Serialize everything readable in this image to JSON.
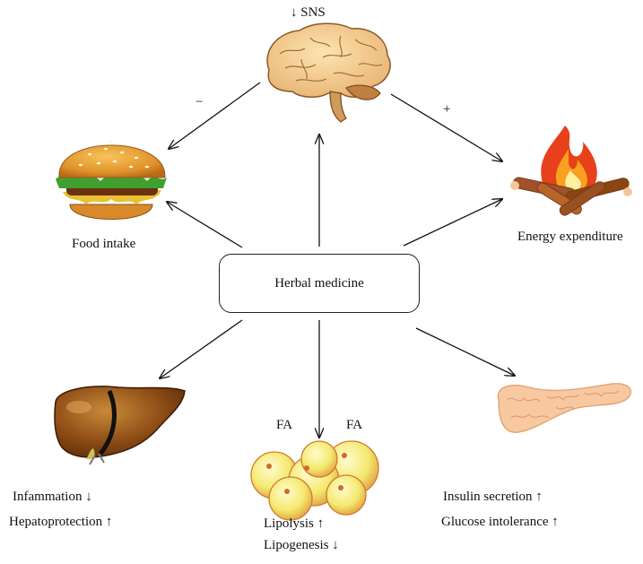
{
  "center": {
    "label": "Herbal medicine"
  },
  "brain": {
    "label": "↓ SNS",
    "icon": "brain-icon"
  },
  "food": {
    "label": "Food intake",
    "icon": "burger-icon",
    "sign": "−"
  },
  "energy": {
    "label": "Energy expenditure",
    "icon": "campfire-icon",
    "sign": "+"
  },
  "liver": {
    "icon": "liver-icon",
    "effects": [
      "Infammation ↓",
      "Hepatoprotection ↑"
    ]
  },
  "fat": {
    "icon": "fat-cells-icon",
    "tags": [
      "FA",
      "FA"
    ],
    "effects": [
      "Lipolysis ↑",
      "Lipogenesis ↓"
    ]
  },
  "pancreas": {
    "icon": "pancreas-icon",
    "effects": [
      "Insulin secretion ↑",
      "Glucose intolerance ↑"
    ]
  }
}
